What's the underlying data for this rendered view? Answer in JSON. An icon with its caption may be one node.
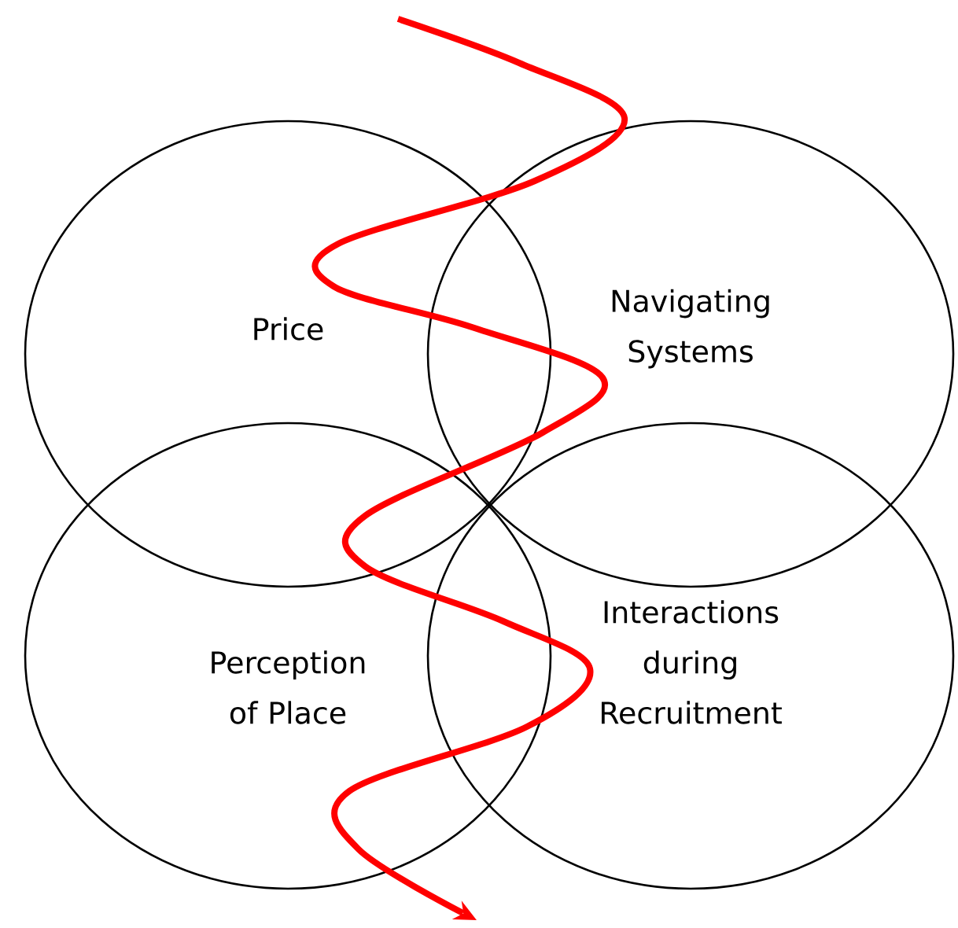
{
  "diagram": {
    "nodes": [
      {
        "text": [
          "Price"
        ]
      },
      {
        "text": [
          "Navigating Systems"
        ]
      },
      {
        "text": [
          "Perception of Place"
        ]
      },
      {
        "text": [
          "Interactions during Recruitment"
        ]
      }
    ]
  }
}
